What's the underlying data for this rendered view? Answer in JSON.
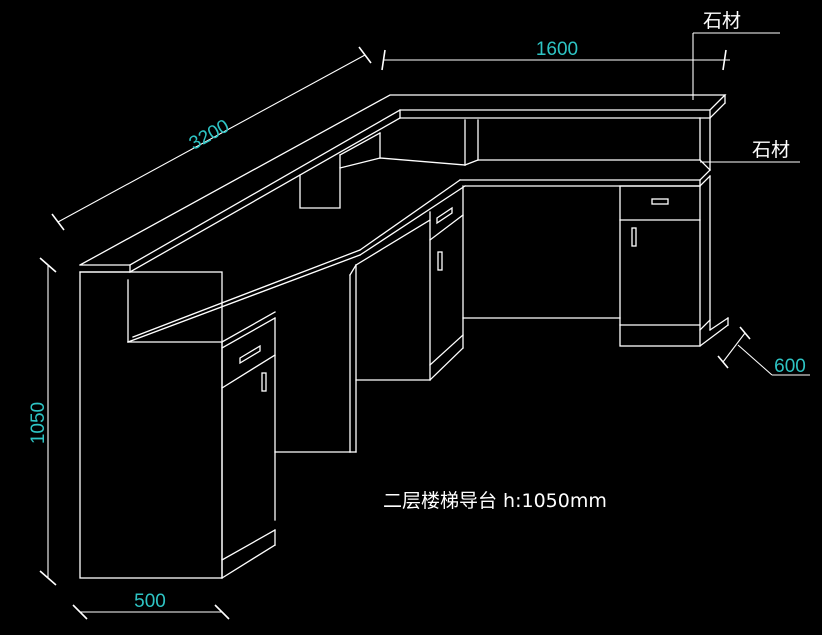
{
  "dimensions": {
    "length_long": "3200",
    "length_short": "1600",
    "height": "1050",
    "depth_front": "500",
    "depth_side": "600"
  },
  "labels": {
    "stone_top": "石材",
    "stone_upper": "石材"
  },
  "caption": "二层楼梯导台 h:1050mm",
  "colors": {
    "background": "#000000",
    "line": "#ffffff",
    "dimension_text": "#2ec4c4"
  }
}
